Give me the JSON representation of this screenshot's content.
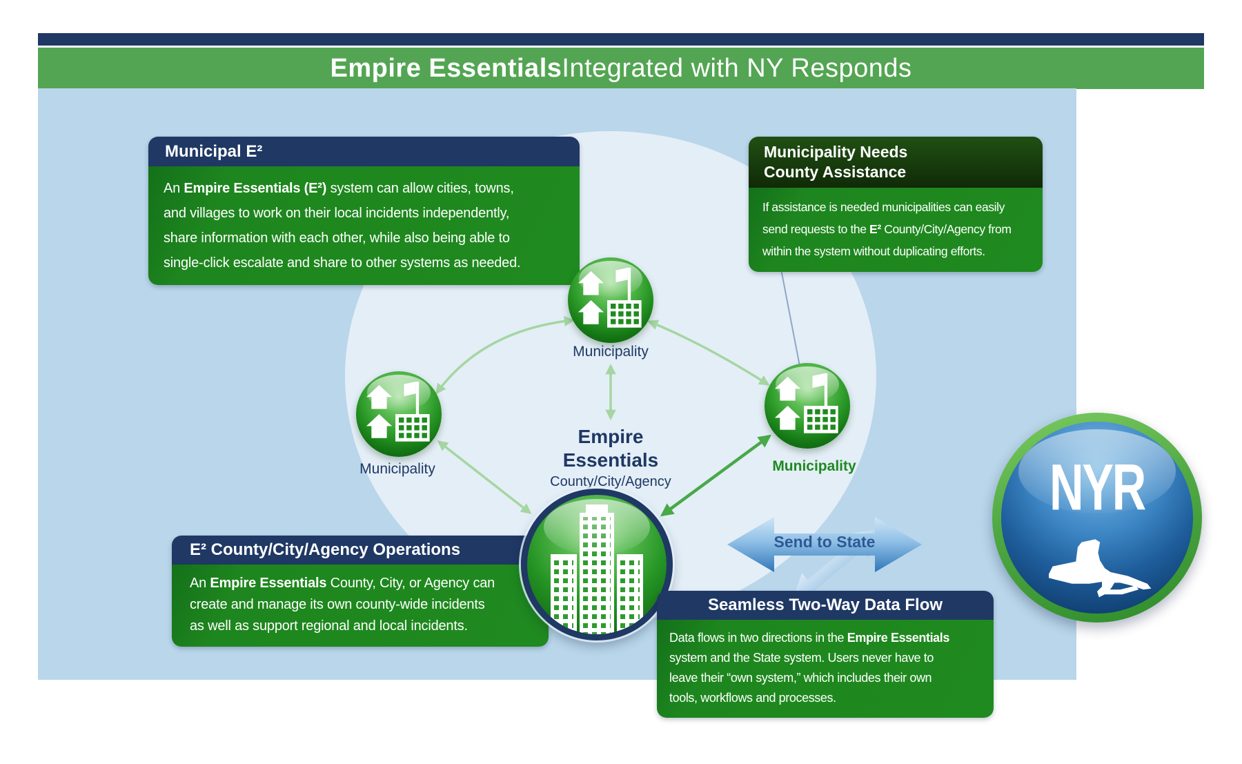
{
  "title": {
    "brand": "Empire Essentials",
    "rest": " Integrated with NY Responds"
  },
  "callouts": {
    "municipal": {
      "header": "Municipal E²",
      "body": [
        [
          {
            "t": "An ",
            "b": false
          },
          {
            "t": "Empire Essentials (E²)",
            "b": true
          },
          {
            "t": " system can allow cities, towns,",
            "b": false
          }
        ],
        [
          {
            "t": "and villages to work on their local incidents independently,",
            "b": false
          }
        ],
        [
          {
            "t": "share information with each other, while also being able to",
            "b": false
          }
        ],
        [
          {
            "t": "single-click escalate and share to other systems as needed.",
            "b": false
          }
        ]
      ]
    },
    "assistance": {
      "header_line1": "Municipality Needs",
      "header_line2": "County Assistance",
      "body": [
        [
          {
            "t": "If assistance is needed municipalities can easily",
            "b": false
          }
        ],
        [
          {
            "t": "send requests to the ",
            "b": false
          },
          {
            "t": "E²",
            "b": true
          },
          {
            "t": " County/City/Agency from",
            "b": false
          }
        ],
        [
          {
            "t": "within the system without duplicating efforts.",
            "b": false
          }
        ]
      ]
    },
    "operations": {
      "header": "E² County/City/Agency Operations",
      "body": [
        [
          {
            "t": "An ",
            "b": false
          },
          {
            "t": "Empire Essentials",
            "b": true
          },
          {
            "t": " County, City, or Agency can",
            "b": false
          }
        ],
        [
          {
            "t": "create and manage its own county-wide incidents",
            "b": false
          }
        ],
        [
          {
            "t": "as well as support regional and local incidents.",
            "b": false
          }
        ]
      ]
    },
    "seamless": {
      "header": "Seamless Two-Way Data Flow",
      "body": [
        [
          {
            "t": "Data flows in two directions in the ",
            "b": false
          },
          {
            "t": "Empire Essentials",
            "b": true
          }
        ],
        [
          {
            "t": "system and the State system. Users never have to",
            "b": false
          }
        ],
        [
          {
            "t": "leave their “own system,” which includes their own",
            "b": false
          }
        ],
        [
          {
            "t": "tools, workflows and processes.",
            "b": false
          }
        ]
      ]
    }
  },
  "diagram": {
    "hub": {
      "title_line1": "Empire",
      "title_line2": "Essentials",
      "subtitle": "County/City/Agency"
    },
    "municipality_labels": {
      "top": "Municipality",
      "left": "Municipality",
      "right": "Municipality"
    },
    "send_to_state_label": "Send to State",
    "nyr_badge_text": "NYR"
  },
  "colors": {
    "navy": "#1F3864",
    "banner_green": "#53A553",
    "body_green": "#1E861E",
    "dark_green_header": "#1B430F",
    "panel_blue": "#B9D6EA",
    "inner_circle_blue": "#E4EEF7",
    "arrow_light_green": "#A5D6A2",
    "arrow_bright_green": "#48A948",
    "send_arrow_blue": "#3E86C6",
    "nyr_blue": "#1E5D9B"
  }
}
